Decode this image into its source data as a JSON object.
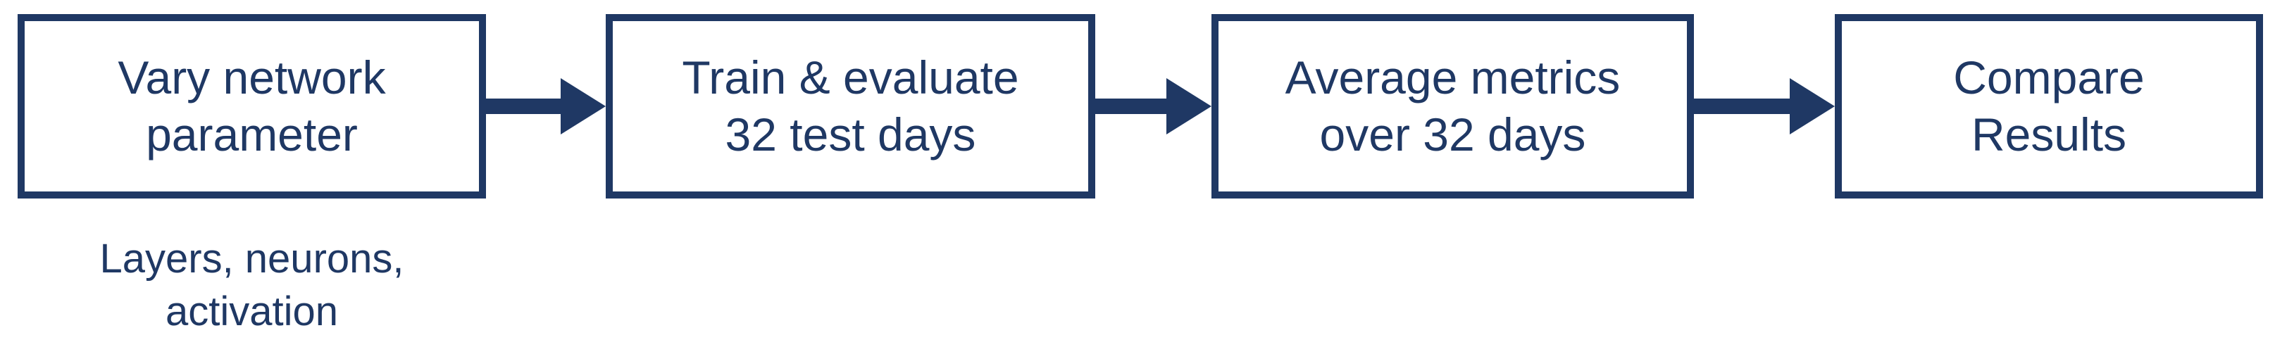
{
  "colors": {
    "stroke": "#1f3864",
    "text": "#1f3864",
    "background": "#ffffff"
  },
  "steps": [
    {
      "lines": [
        "Vary network",
        "parameter"
      ]
    },
    {
      "lines": [
        "Train & evaluate",
        "32 test days"
      ]
    },
    {
      "lines": [
        "Average metrics",
        "over 32 days"
      ]
    },
    {
      "lines": [
        "Compare",
        "Results"
      ]
    }
  ],
  "caption": {
    "lines": [
      "Layers, neurons,",
      "activation"
    ]
  }
}
